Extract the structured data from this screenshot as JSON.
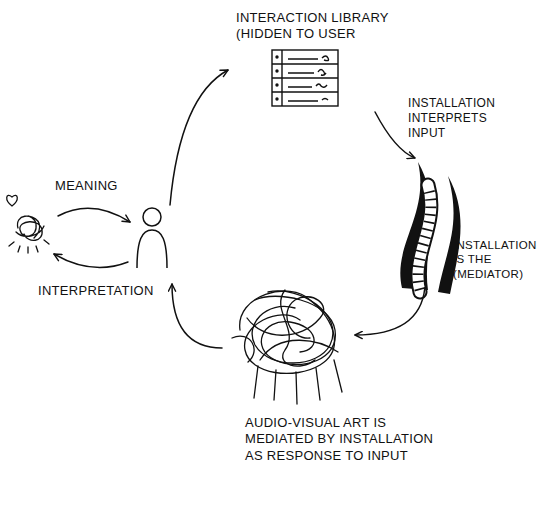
{
  "diagram": {
    "nodes": [
      {
        "text": [
          "INTERACTION LIBRARY (HIDDEN TO USER"
        ]
      },
      {
        "text": [
          "INSTALLATION IS THE (MEDIATOR)"
        ]
      },
      {
        "text": [
          "AUDIO-VISUAL ART IS MEDIATED BY INSTALLATION AS RESPONSE TO INPUT"
        ]
      }
    ],
    "edges": [
      {
        "from": 0,
        "to": 1,
        "label": "INSTALLATION INTERPRETS INPUT",
        "arrow": "to"
      },
      {
        "from": 1,
        "to": 2,
        "arrow": "to"
      }
    ],
    "labels": [
      "MEANING",
      "INTERPRETATION"
    ]
  }
}
